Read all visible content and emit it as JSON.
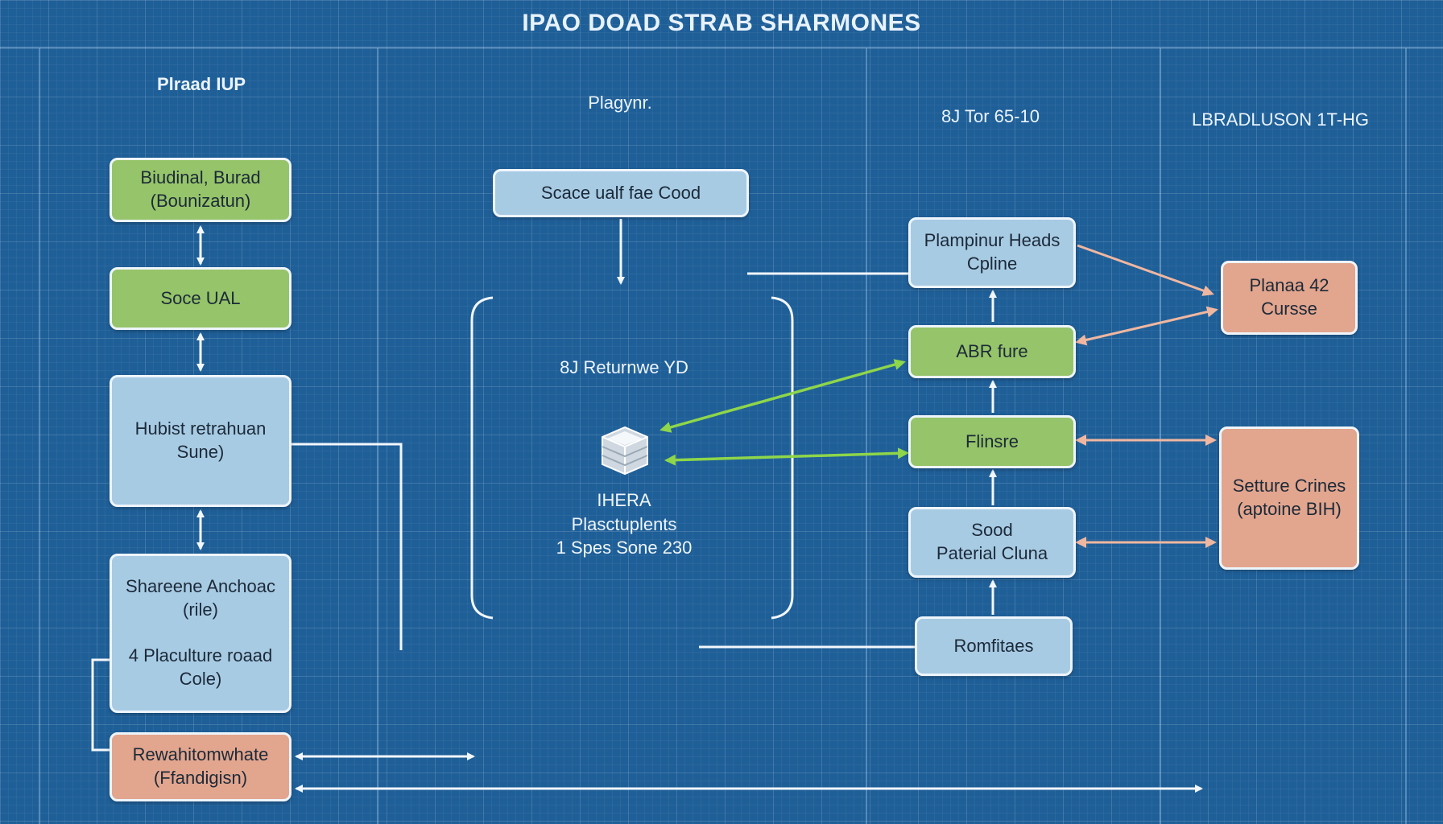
{
  "title": "IPAO DOAD STRAB SHARMONES",
  "columns": [
    {
      "id": "col1",
      "header": "Plraad IUP"
    },
    {
      "id": "col2",
      "header": "Plagynr."
    },
    {
      "id": "col3",
      "header": "8J Tor 65-10"
    },
    {
      "id": "col4",
      "header": "LBRADLUSON 1T-HG"
    }
  ],
  "colors": {
    "background": "#1f5f98",
    "green_node": "#96c46a",
    "blue_node": "#a8cbe4",
    "pink_node": "#e2a58e",
    "green_arrow": "#8ed64a",
    "salmon_arrow": "#f0b7a0",
    "white_line": "#f2f7fc"
  },
  "left_nodes": {
    "n1": {
      "line1": "Biudinal, Burad",
      "line2": "(Bounizatun)"
    },
    "n2": {
      "line1": "Soce UAL"
    },
    "n3": {
      "line1": "Hubist retrahuan",
      "line2": "Sune)"
    },
    "n4": {
      "line1": "Shareene Anchoac",
      "line2": "(rile)",
      "line3": "4 Placulture roaad",
      "line4": "Cole)"
    },
    "n5": {
      "line1": "Rewahitomwhate",
      "line2": "(Ffandigisn)"
    }
  },
  "middle": {
    "top_node": "Scace ualf fae Cood",
    "section_label": "8J Returnwe YD",
    "icon": "stacked-cubes-icon",
    "caption1": "IHERA",
    "caption2": "Plasctuplents",
    "caption3": "1 Spes Sone 230"
  },
  "right_nodes": {
    "r1": {
      "line1": "Plampinur Heads",
      "line2": "Cpline"
    },
    "r2": {
      "line1": "ABR fure"
    },
    "r3": {
      "line1": "Flinsre"
    },
    "r4": {
      "line1": "Sood",
      "line2": "Paterial Cluna"
    },
    "r5": {
      "line1": "Romfitaes"
    }
  },
  "outcome_nodes": {
    "o1": {
      "line1": "Planaa 42",
      "line2": "Cursse"
    },
    "o2": {
      "line1": "Setture Crines",
      "line2": "(aptoine BIH)"
    }
  }
}
